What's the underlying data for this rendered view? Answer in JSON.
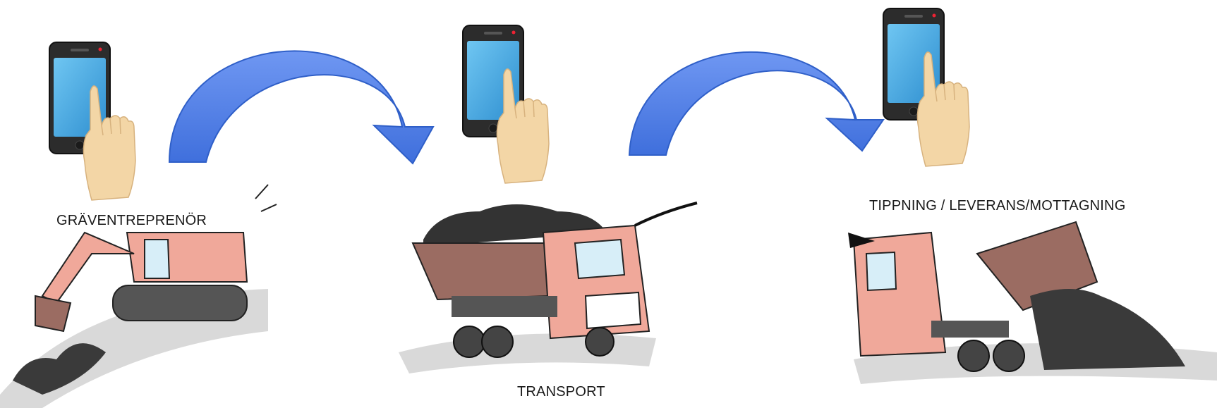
{
  "stages": [
    {
      "label": "GRÄVENTREPRENÖR",
      "phone_icon": "smartphone-tap-icon",
      "vehicle_icon": "excavator-icon"
    },
    {
      "label": "TRANSPORT",
      "phone_icon": "smartphone-tap-icon",
      "vehicle_icon": "dump-truck-icon"
    },
    {
      "label": "TIPPNING / LEVERANS/MOTTAGNING",
      "phone_icon": "smartphone-tap-icon",
      "vehicle_icon": "tipping-truck-icon"
    }
  ],
  "connectors": [
    {
      "from": "GRÄVENTREPRENÖR",
      "to": "TRANSPORT",
      "icon": "curved-arrow-icon"
    },
    {
      "from": "TRANSPORT",
      "to": "TIPPNING / LEVERANS/MOTTAGNING",
      "icon": "curved-arrow-icon"
    }
  ],
  "colors": {
    "arrow_fill": "#4f7fe6",
    "arrow_stroke": "#2f5fc8",
    "vehicle_body": "#f0a89a",
    "vehicle_dump": "#9b6c62",
    "soil": "#3a3a3a",
    "phone_body": "#2c2c2c",
    "phone_screen": "#4aa8e0",
    "hand_skin": "#f3d6a6"
  }
}
